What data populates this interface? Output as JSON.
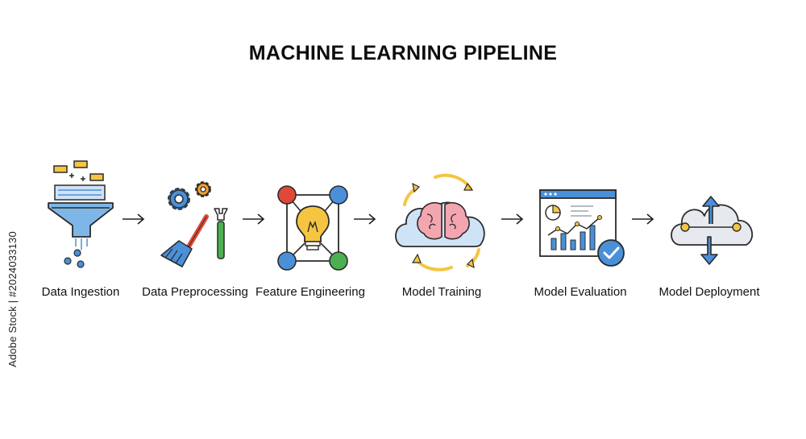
{
  "title": "MACHINE LEARNING PIPELINE",
  "stages": [
    {
      "label": "Data Ingestion",
      "icon": "funnel-icon"
    },
    {
      "label": "Data Preprocessing",
      "icon": "gears-broom-wrench-icon"
    },
    {
      "label": "Feature Engineering",
      "icon": "lightbulb-network-icon"
    },
    {
      "label": "Model Training",
      "icon": "brain-cloud-icon"
    },
    {
      "label": "Model Evaluation",
      "icon": "dashboard-chart-icon"
    },
    {
      "label": "Model Deployment",
      "icon": "cloud-upload-download-icon"
    }
  ],
  "watermark": "Adobe Stock | #2024033130",
  "colors": {
    "outline": "#2b2b2b",
    "blue": "#4a90d9",
    "light_blue": "#cfe3f7",
    "yellow": "#f5c542",
    "red": "#e0483a",
    "green": "#4caf50",
    "pink": "#f4a6b0",
    "orange": "#f0a030"
  }
}
